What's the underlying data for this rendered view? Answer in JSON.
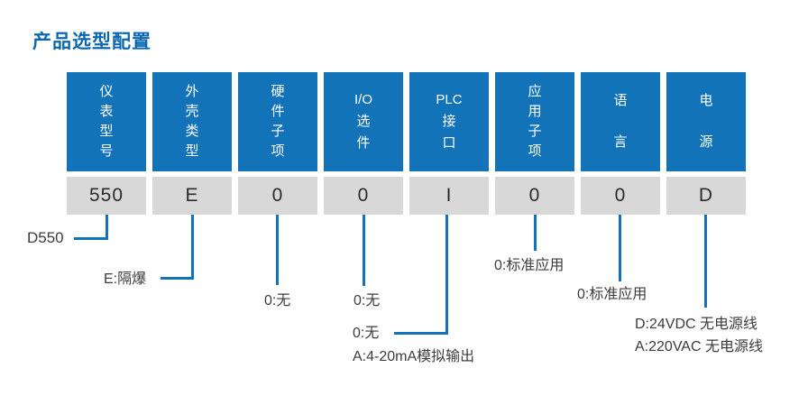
{
  "title": "产品选型配置",
  "colors": {
    "header_blue": "#1273b9",
    "title_blue": "#0c67b0",
    "cell_gray": "#d8d8d8",
    "line_blue": "#1273b9"
  },
  "columns": [
    {
      "key": "instrument-model",
      "header_lines": [
        "仪",
        "表",
        "型",
        "号"
      ],
      "value": "550"
    },
    {
      "key": "enclosure-type",
      "header_lines": [
        "外",
        "壳",
        "类",
        "型"
      ],
      "value": "E"
    },
    {
      "key": "hardware-subitem",
      "header_lines": [
        "硬",
        "件",
        "子",
        "项"
      ],
      "value": "0"
    },
    {
      "key": "io-option",
      "header_lines": [
        "I/O",
        "选",
        "件"
      ],
      "value": "0"
    },
    {
      "key": "plc-interface",
      "header_lines": [
        "PLC",
        "接",
        "口"
      ],
      "value": "I"
    },
    {
      "key": "application-subitem",
      "header_lines": [
        "应",
        "用",
        "子",
        "项"
      ],
      "value": "0"
    },
    {
      "key": "language",
      "header_lines": [
        "语",
        "言"
      ],
      "value": "0"
    },
    {
      "key": "power-supply",
      "header_lines": [
        "电",
        "源"
      ],
      "value": "D"
    }
  ],
  "callouts": {
    "model_label": "D550",
    "enclosure_label": "E:隔爆",
    "hardware_label": "0:无",
    "io_label": "0:无",
    "plc_option_1": "0:无",
    "plc_option_2": "A:4-20mA模拟输出",
    "application_label": "0:标准应用",
    "language_label": "0:标准应用",
    "power_option_1": "D:24VDC 无电源线",
    "power_option_2": "A:220VAC 无电源线"
  }
}
